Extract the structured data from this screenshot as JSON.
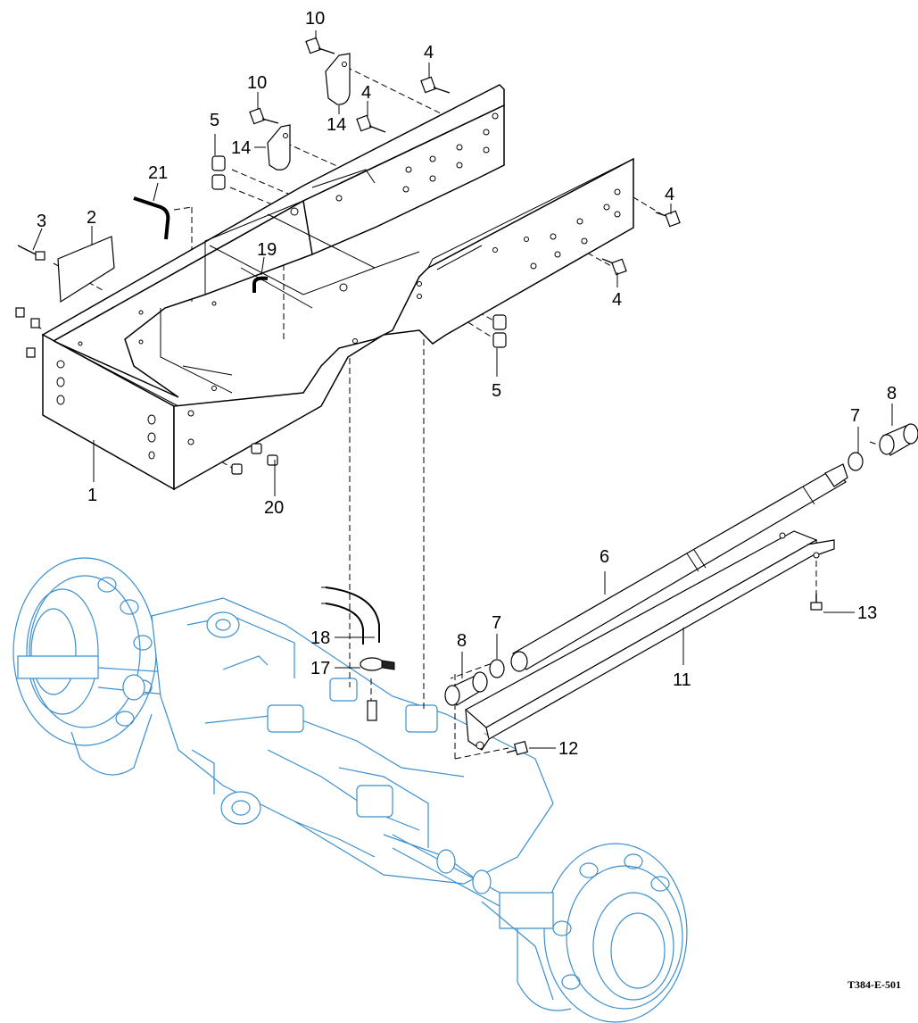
{
  "diagram_code": "T384-E-501",
  "callouts": {
    "c1": "1",
    "c2": "2",
    "c3": "3",
    "c4a": "4",
    "c4b": "4",
    "c4c": "4",
    "c4d": "4",
    "c5a": "5",
    "c5b": "5",
    "c6": "6",
    "c7a": "7",
    "c7b": "7",
    "c8a": "8",
    "c8b": "8",
    "c10a": "10",
    "c10b": "10",
    "c11": "11",
    "c12": "12",
    "c13": "13",
    "c14a": "14",
    "c14b": "14",
    "c17": "17",
    "c18": "18",
    "c19": "19",
    "c20": "20",
    "c21": "21"
  },
  "colors": {
    "line": "#000000",
    "axle_line": "#3a8fd0",
    "background": "#ffffff"
  }
}
